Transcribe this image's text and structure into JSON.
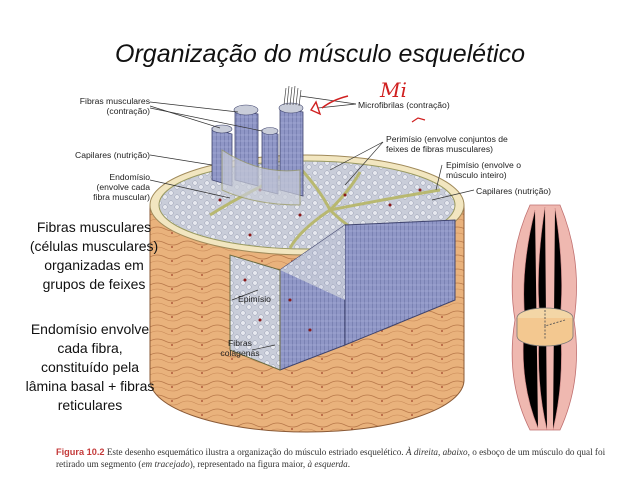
{
  "title": "Organização do músculo esquelético",
  "handwritten_note": "Mi",
  "labels": {
    "fibras_musculares": [
      "Fibras musculares",
      "(contração)"
    ],
    "microfibrilas": "Microfibrilas (contração)",
    "perimisio": [
      "Perimísio (envolve conjuntos de",
      "feixes de fibras musculares)"
    ],
    "epimisio_right": [
      "Epimísio (envolve o",
      "músculo inteiro)"
    ],
    "capilares_right": "Capilares (nutrição)",
    "capilares_left": "Capilares (nutrição)",
    "endomisio": [
      "Endomísio",
      "(envolve cada",
      "fibra muscular)"
    ],
    "epimisio_inner": "Epimísio",
    "fibras_colagenas": [
      "Fibras",
      "colágenas"
    ]
  },
  "side_notes": {
    "note1": [
      "Fibras musculares",
      "(células musculares)",
      "organizadas em",
      "grupos de feixes"
    ],
    "note2": [
      "Endomísio envolve",
      "cada fibra,",
      "constituído pela",
      "lâmina basal + fibras",
      "reticulares"
    ]
  },
  "caption": {
    "figure": "Figura 10.2",
    "text_1": " Este desenho esquemático ilustra a organização do músculo estriado esquelético. ",
    "em_1": "À direita",
    "sep_1": ", ",
    "em_2": "abaixo",
    "text_2": ", o esboço de um músculo do qual foi retirado um segmento (",
    "em_3": "em tracejado",
    "text_3": "), representado na figura maior, ",
    "em_4": "à esquerda",
    "text_4": "."
  },
  "colors": {
    "cylinder_side": "#e8b07a",
    "top_face": "#cfd3de",
    "septa": "#b8b870",
    "fiber_blocks": "#8c93c4",
    "epimysium_band": "#f2e6c0",
    "pen_red": "#d02020",
    "caption_red": "#c43a3a"
  }
}
